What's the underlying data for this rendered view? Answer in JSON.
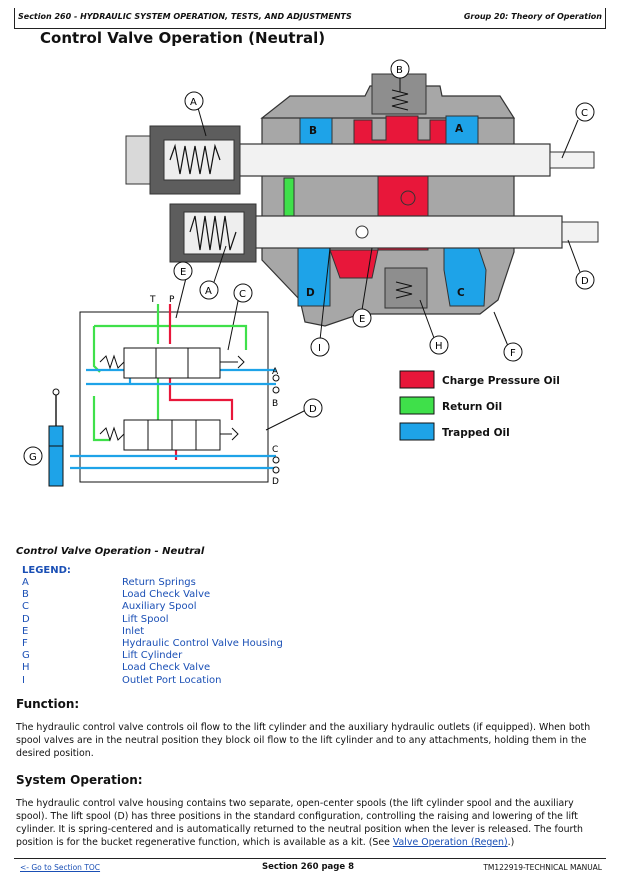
{
  "header": {
    "left": "Section 260 - HYDRAULIC SYSTEM OPERATION, TESTS, AND ADJUSTMENTS",
    "right": "Group 20: Theory of Operation"
  },
  "title": "Control Valve Operation (Neutral)",
  "diagram": {
    "callouts": [
      "A",
      "B",
      "C",
      "D",
      "E",
      "F",
      "G",
      "H",
      "I"
    ],
    "port_labels": [
      "B",
      "A",
      "D",
      "C"
    ],
    "schematic_labels": {
      "t": "T",
      "p": "P",
      "a": "A",
      "b": "B",
      "c": "C",
      "d": "D"
    },
    "key": [
      {
        "label": "Charge Pressure Oil",
        "color": "#e8173a"
      },
      {
        "label": "Return  Oil",
        "color": "#3fe04a"
      },
      {
        "label": "Trapped Oil",
        "color": "#1ea3e8"
      }
    ],
    "colors": {
      "housing": "#a7a7a7",
      "spool": "#f2f2f2",
      "charge": "#e8173a",
      "return": "#3fe04a",
      "trapped": "#1ea3e8"
    }
  },
  "caption": "Control Valve Operation - Neutral",
  "legend": {
    "heading": "LEGEND:",
    "items": [
      {
        "key": "A",
        "value": "Return Springs"
      },
      {
        "key": "B",
        "value": "Load Check Valve"
      },
      {
        "key": "C",
        "value": "Auxiliary Spool"
      },
      {
        "key": "D",
        "value": "Lift Spool"
      },
      {
        "key": "E",
        "value": "Inlet"
      },
      {
        "key": "F",
        "value": "Hydraulic Control Valve Housing"
      },
      {
        "key": "G",
        "value": "Lift Cylinder"
      },
      {
        "key": "H",
        "value": "Load Check Valve"
      },
      {
        "key": "I",
        "value": "Outlet Port Location"
      }
    ]
  },
  "function": {
    "heading": "Function:",
    "text": "The hydraulic control valve controls oil flow to the lift cylinder and the auxiliary hydraulic outlets (if equipped). When both spool valves are in the neutral position they block oil flow to the lift cylinder and to any attachments, holding them in the desired position."
  },
  "system": {
    "heading": "System Operation:",
    "text": "The hydraulic control valve housing contains two separate, open-center spools (the lift cylinder spool and the auxiliary spool). The lift spool (D) has three positions in the standard configuration, controlling the raising and lowering of the lift cylinder. It is spring-centered and is automatically returned to the neutral position when the lever is released. The fourth position is for the bucket regenerative function, which is available as a kit. (See ",
    "link": "Valve Operation (Regen)",
    "after": ".)"
  },
  "footer": {
    "left": "<- Go to Section TOC",
    "center": "Section 260 page 8",
    "right": "TM122919-TECHNICAL MANUAL"
  }
}
